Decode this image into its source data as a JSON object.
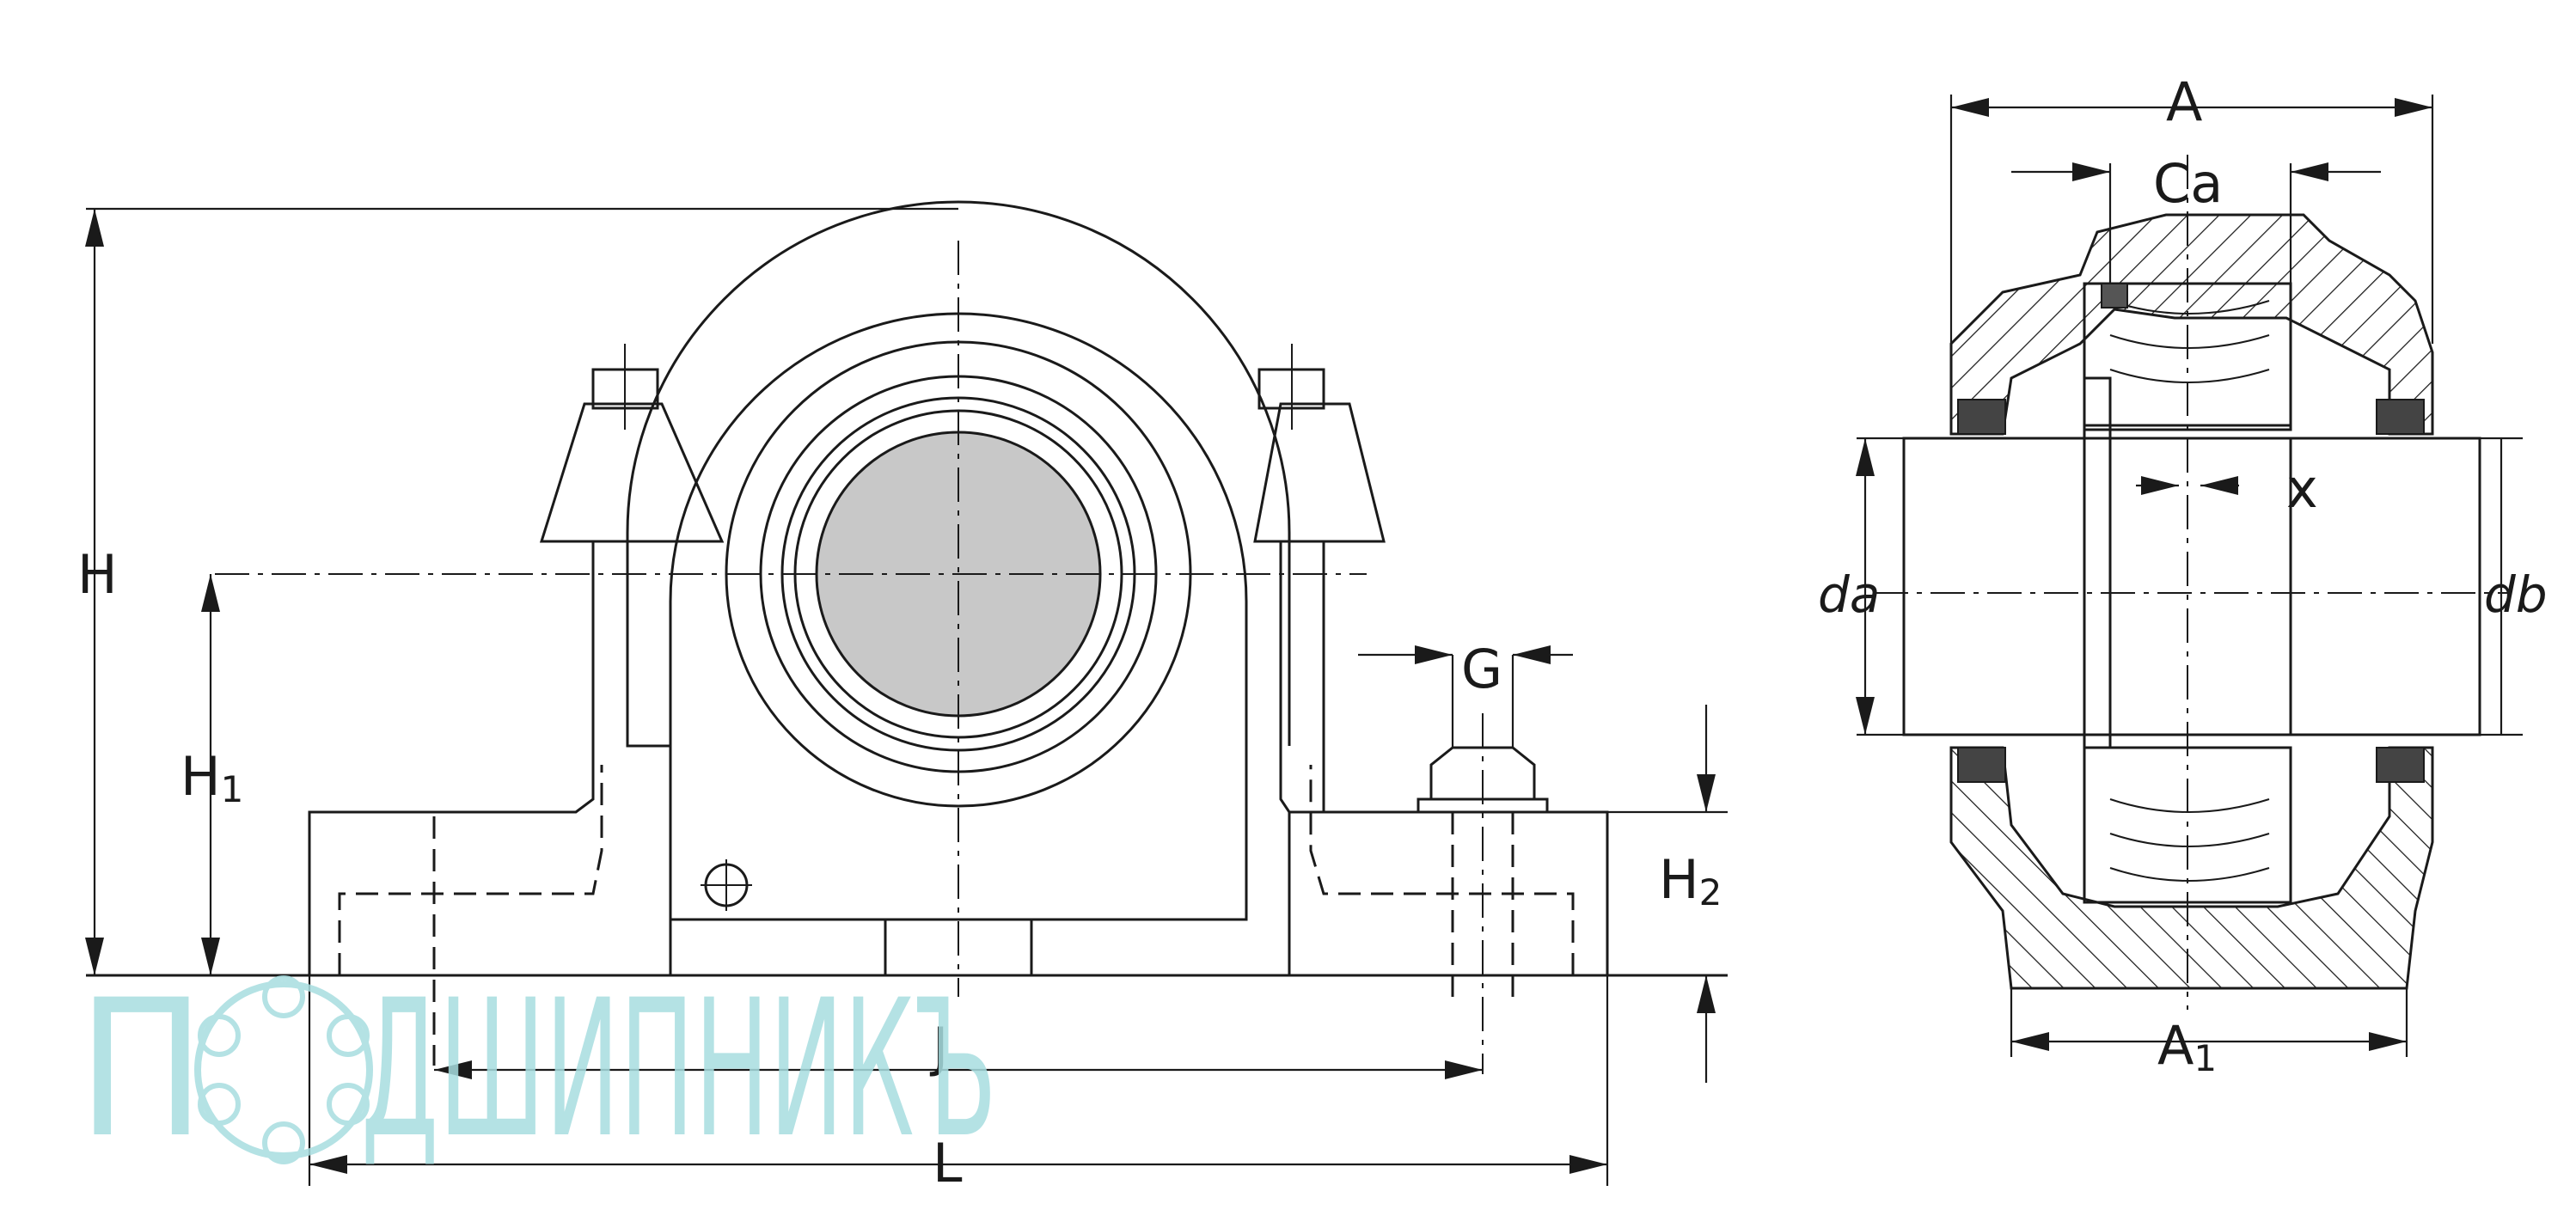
{
  "labels": {
    "H": "H",
    "H1": "H",
    "H1_sub": "1",
    "H2": "H",
    "H2_sub": "2",
    "G": "G",
    "J": "J",
    "L": "L",
    "A": "A",
    "Ca": "Ca",
    "x": "x",
    "da": "da",
    "db": "db",
    "A1": "A",
    "A1_sub": "1"
  },
  "watermark": {
    "first_letter": "П",
    "rest": "ДШИПНИКЪ"
  },
  "colors": {
    "line": "#1a1a1a",
    "shaft_fill": "#c8c8c8",
    "watermark": "#a8dde0"
  }
}
